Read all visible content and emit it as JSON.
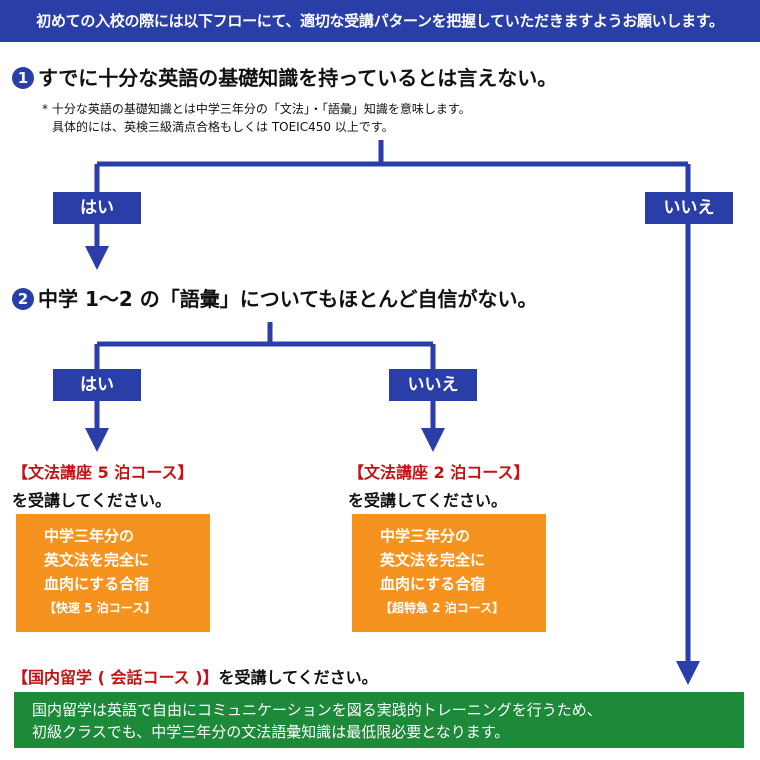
{
  "banner": "初めての入校の際には以下フローにて、適切な受講パターンを把握していただきますようお願いします。",
  "q1": {
    "num": "1",
    "text": "すでに十分な英語の基礎知識を持っているとは言えない。",
    "note_line1": "* 十分な英語の基礎知識とは中学三年分の「文法」・「語彙」知識を意味します。",
    "note_line2": "具体的には、英検三級満点合格もしくは TOEIC450 以上です。"
  },
  "q2": {
    "num": "2",
    "text": "中学 1～2 の「語彙」についてもほとんど自信がない。"
  },
  "labels": {
    "yes": "はい",
    "no": "いいえ"
  },
  "course5": {
    "name": "【文法講座 5 泊コース】",
    "tail": "を受講してください。",
    "box_lines": [
      "中学三年分の",
      "英文法を完全に",
      "血肉にする合宿"
    ],
    "box_sub": "【快速 5 泊コース】"
  },
  "course2": {
    "name": "【文法講座 2 泊コース】",
    "tail": "を受講してください。",
    "box_lines": [
      "中学三年分の",
      "英文法を完全に",
      "血肉にする合宿"
    ],
    "box_sub": "【超特急 2 泊コース】"
  },
  "final": {
    "name": "【国内留学 ( 会話コース )】",
    "tail": "を受講してください。",
    "desc_line1": "国内留学は英語で自由にコミュニケーションを図る実践的トレーニングを行うため、",
    "desc_line2": "初級クラスでも、中学三年分の文法語彙知識は最低限必要となります。"
  },
  "colors": {
    "blue": "#2a3ea8",
    "orange": "#f6931e",
    "green": "#1d8a3a",
    "red": "#c21414"
  }
}
